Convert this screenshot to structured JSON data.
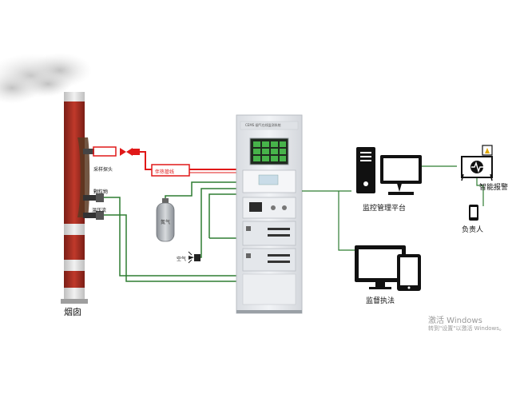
{
  "labels": {
    "chimney": "烟囱",
    "sampling_probe": "采样探头",
    "heated_line": "伴热管线",
    "particulate_meter": "颗粒物",
    "temp_pressure_flow": "温压流",
    "nitrogen": "氮气",
    "air": "空气",
    "cabinet_title": "CEMS 烟气在线监测系统",
    "monitoring_platform": "监控管理平台",
    "smart_alarm": "智能报警",
    "responsible_person": "负责人",
    "supervision": "监督执法"
  },
  "watermark": {
    "line1": "激活 Windows",
    "line2": "转到\"设置\"以激活 Windows。"
  },
  "colors": {
    "chimney_red": "#c0392b",
    "heated_line_red": "#e01818",
    "signal_green": "#2e7d32",
    "cabinet_gray": "#e9ebef",
    "screen_green": "#47b34a"
  }
}
